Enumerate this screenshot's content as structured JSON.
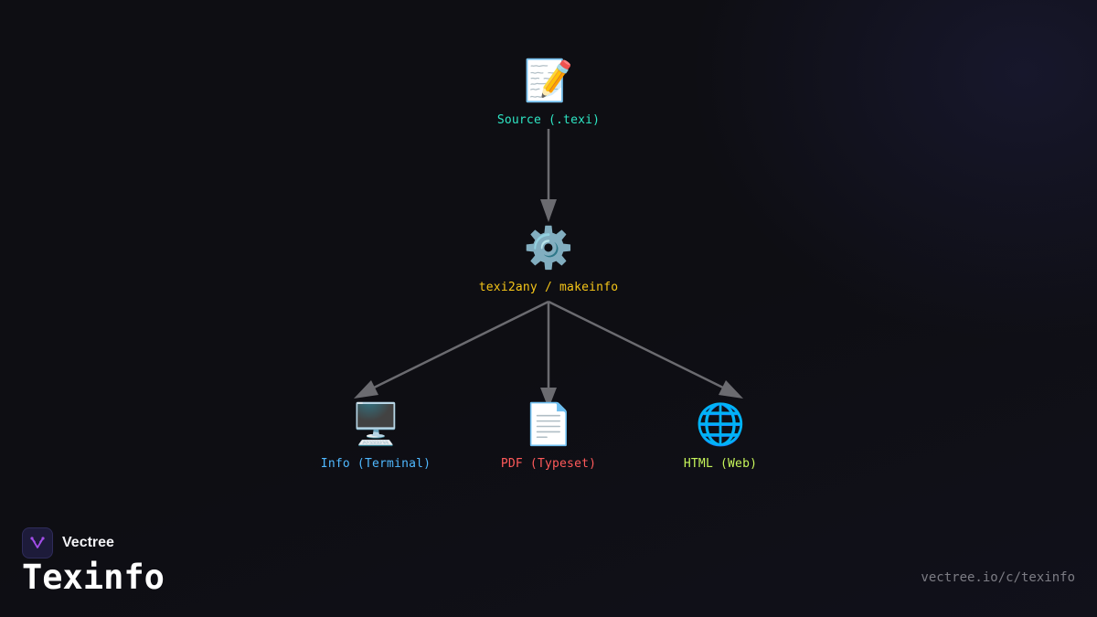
{
  "diagram": {
    "nodes": [
      {
        "id": "source",
        "icon": "memo-icon",
        "glyph": "📝",
        "label": "Source (.texi)",
        "color": "#2ee6c4"
      },
      {
        "id": "processor",
        "icon": "gear-icon",
        "glyph": "⚙️",
        "label": "texi2any / makeinfo",
        "color": "#f5c518"
      },
      {
        "id": "info",
        "icon": "desktop-computer-icon",
        "glyph": "🖥️",
        "label": "Info (Terminal)",
        "color": "#4fb8ff"
      },
      {
        "id": "pdf",
        "icon": "page-document-icon",
        "glyph": "📄",
        "label": "PDF (Typeset)",
        "color": "#ff5a5a"
      },
      {
        "id": "html",
        "icon": "globe-icon",
        "glyph": "🌐",
        "label": "HTML (Web)",
        "color": "#c6f55a"
      }
    ],
    "edges": [
      {
        "from": "source",
        "to": "processor"
      },
      {
        "from": "processor",
        "to": "info"
      },
      {
        "from": "processor",
        "to": "pdf"
      },
      {
        "from": "processor",
        "to": "html"
      }
    ],
    "edge_color": "#6b6b70"
  },
  "brand": {
    "name": "Vectree",
    "logo_icon": "vectree-logo-icon",
    "accent": "#a24de8"
  },
  "page": {
    "title": "Texinfo",
    "url": "vectree.io/c/texinfo"
  }
}
